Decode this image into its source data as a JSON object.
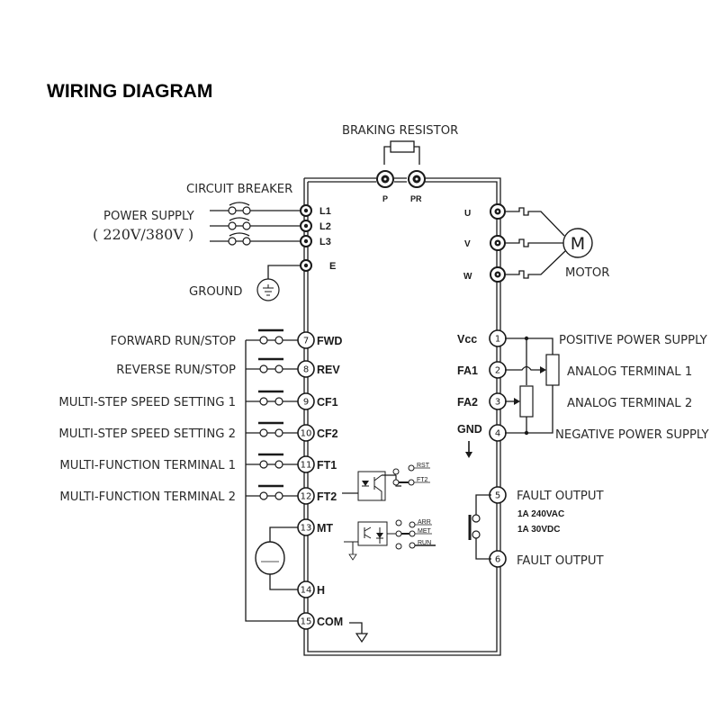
{
  "title": "WIRING DIAGRAM",
  "braking": {
    "label": "BRAKING RESISTOR",
    "terminals": [
      "P",
      "PR"
    ]
  },
  "power": {
    "breaker_label": "CIRCUIT BREAKER",
    "supply_label": "POWER SUPPLY",
    "voltage_label": "( 220V/380V )",
    "terminals": [
      "L1",
      "L2",
      "L3",
      "E"
    ],
    "ground_label": "GROUND"
  },
  "motor": {
    "terminals": [
      "U",
      "V",
      "W"
    ],
    "symbol": "M",
    "label": "MOTOR"
  },
  "inputs": [
    {
      "num": "7",
      "code": "FWD",
      "label": "FORWARD RUN/STOP"
    },
    {
      "num": "8",
      "code": "REV",
      "label": "REVERSE RUN/STOP"
    },
    {
      "num": "9",
      "code": "CF1",
      "label": "MULTI-STEP SPEED SETTING 1"
    },
    {
      "num": "10",
      "code": "CF2",
      "label": "MULTI-STEP SPEED SETTING 2"
    },
    {
      "num": "11",
      "code": "FT1",
      "label": "MULTI-FUNCTION TERMINAL 1"
    },
    {
      "num": "12",
      "code": "FT2",
      "label": "MULTI-FUNCTION TERMINAL 2"
    }
  ],
  "meter": [
    {
      "num": "13",
      "code": "MT"
    },
    {
      "num": "14",
      "code": "H"
    },
    {
      "num": "15",
      "code": "COM"
    }
  ],
  "analog": [
    {
      "num": "1",
      "code": "Vcc",
      "label": "POSITIVE POWER SUPPLY"
    },
    {
      "num": "2",
      "code": "FA1",
      "label": "ANALOG TERMINAL 1"
    },
    {
      "num": "3",
      "code": "FA2",
      "label": "ANALOG TERMINAL 2"
    },
    {
      "num": "4",
      "code": "GND",
      "label": "NEGATIVE POWER SUPPLY"
    }
  ],
  "fault": {
    "terminals": [
      {
        "num": "5",
        "label": "FAULT OUTPUT"
      },
      {
        "num": "6",
        "label": "FAULT OUTPUT"
      }
    ],
    "rating_ac": "1A  240VAC",
    "rating_dc": "1A  30VDC"
  },
  "optocoupler_1": {
    "options": [
      "RST",
      "FT2"
    ]
  },
  "optocoupler_2": {
    "options": [
      "ARR",
      "MET",
      "RUN"
    ]
  }
}
